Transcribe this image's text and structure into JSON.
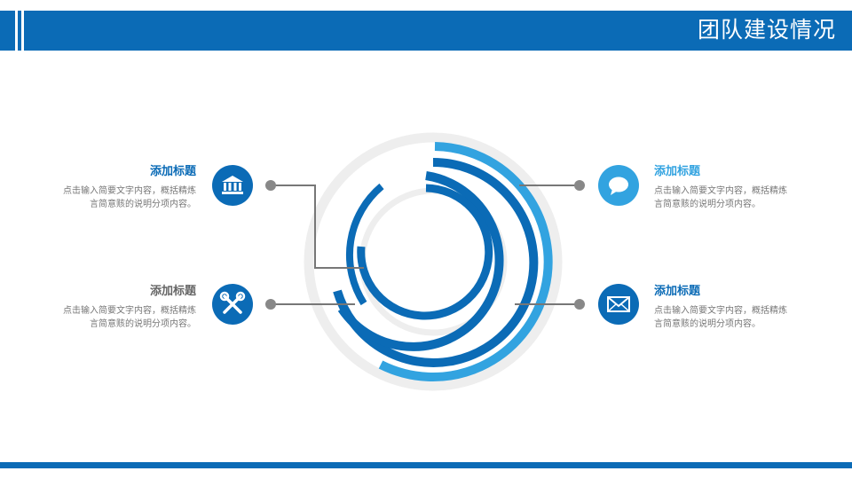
{
  "header": {
    "title": "团队建设情况"
  },
  "colors": {
    "dark_blue": "#0b6bb6",
    "light_blue": "#32a3e0",
    "gray": "#777777",
    "ring_bg": "#eeeeee"
  },
  "items": [
    {
      "title": "添加标题",
      "desc": "点击输入简要文字内容，概括精炼言简意赅的说明分项内容。",
      "icon": "bank-icon"
    },
    {
      "title": "添加标题",
      "desc": "点击输入简要文字内容，概括精炼言简意赅的说明分项内容。",
      "icon": "tools-icon"
    },
    {
      "title": "添加标题",
      "desc": "点击输入简要文字内容，概括精炼言简意赅的说明分项内容。",
      "icon": "chat-bubble-icon"
    },
    {
      "title": "添加标题",
      "desc": "点击输入简要文字内容，概括精炼言简意赅的说明分项内容。",
      "icon": "envelope-icon"
    }
  ]
}
